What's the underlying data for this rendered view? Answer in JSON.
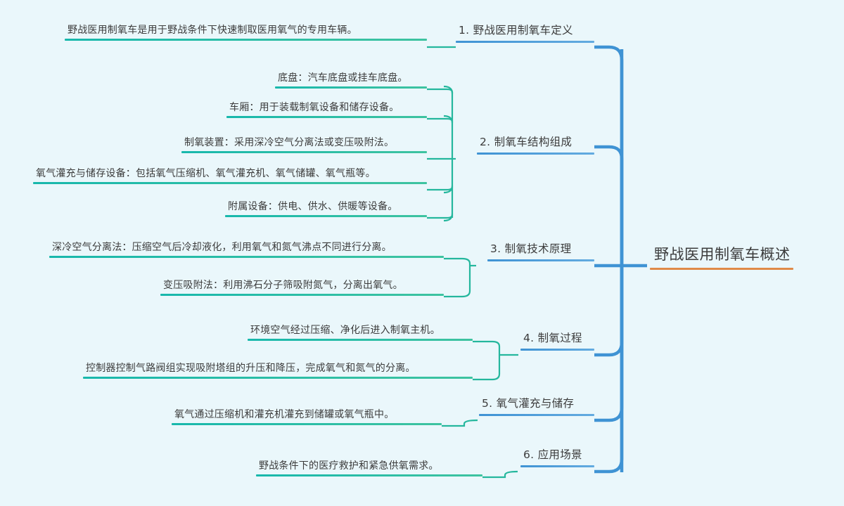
{
  "colors": {
    "background": "#eaf7fb",
    "trunk_blue": "#3f93d4",
    "branch_teal": "#25b79d",
    "leaf_underline": "#20b8a8",
    "root_underline": "#e08a48",
    "text": "#3c3c3c"
  },
  "root": {
    "title": "野战医用制氧车概述"
  },
  "branches": [
    {
      "index": "1",
      "label": "1. 野战医用制氧车定义",
      "leaves": [
        "野战医用制氧车是用于野战条件下快速制取医用氧气的专用车辆。"
      ]
    },
    {
      "index": "2",
      "label": "2. 制氧车结构组成",
      "leaves": [
        "底盘：汽车底盘或挂车底盘。",
        "车厢：用于装载制氧设备和储存设备。",
        "制氧装置：采用深冷空气分离法或变压吸附法。",
        "氧气灌充与储存设备：包括氧气压缩机、氧气灌充机、氧气储罐、氧气瓶等。",
        "附属设备：供电、供水、供暖等设备。"
      ]
    },
    {
      "index": "3",
      "label": "3. 制氧技术原理",
      "leaves": [
        "深冷空气分离法：压缩空气后冷却液化，利用氧气和氮气沸点不同进行分离。",
        "变压吸附法：利用沸石分子筛吸附氮气，分离出氧气。"
      ]
    },
    {
      "index": "4",
      "label": "4. 制氧过程",
      "leaves": [
        "环境空气经过压缩、净化后进入制氧主机。",
        "控制器控制气路阀组实现吸附塔组的升压和降压，完成氧气和氮气的分离。"
      ]
    },
    {
      "index": "5",
      "label": "5. 氧气灌充与储存",
      "leaves": [
        "氧气通过压缩机和灌充机灌充到储罐或氧气瓶中。"
      ]
    },
    {
      "index": "6",
      "label": "6. 应用场景",
      "leaves": [
        "野战条件下的医疗救护和紧急供氧需求。"
      ]
    }
  ]
}
